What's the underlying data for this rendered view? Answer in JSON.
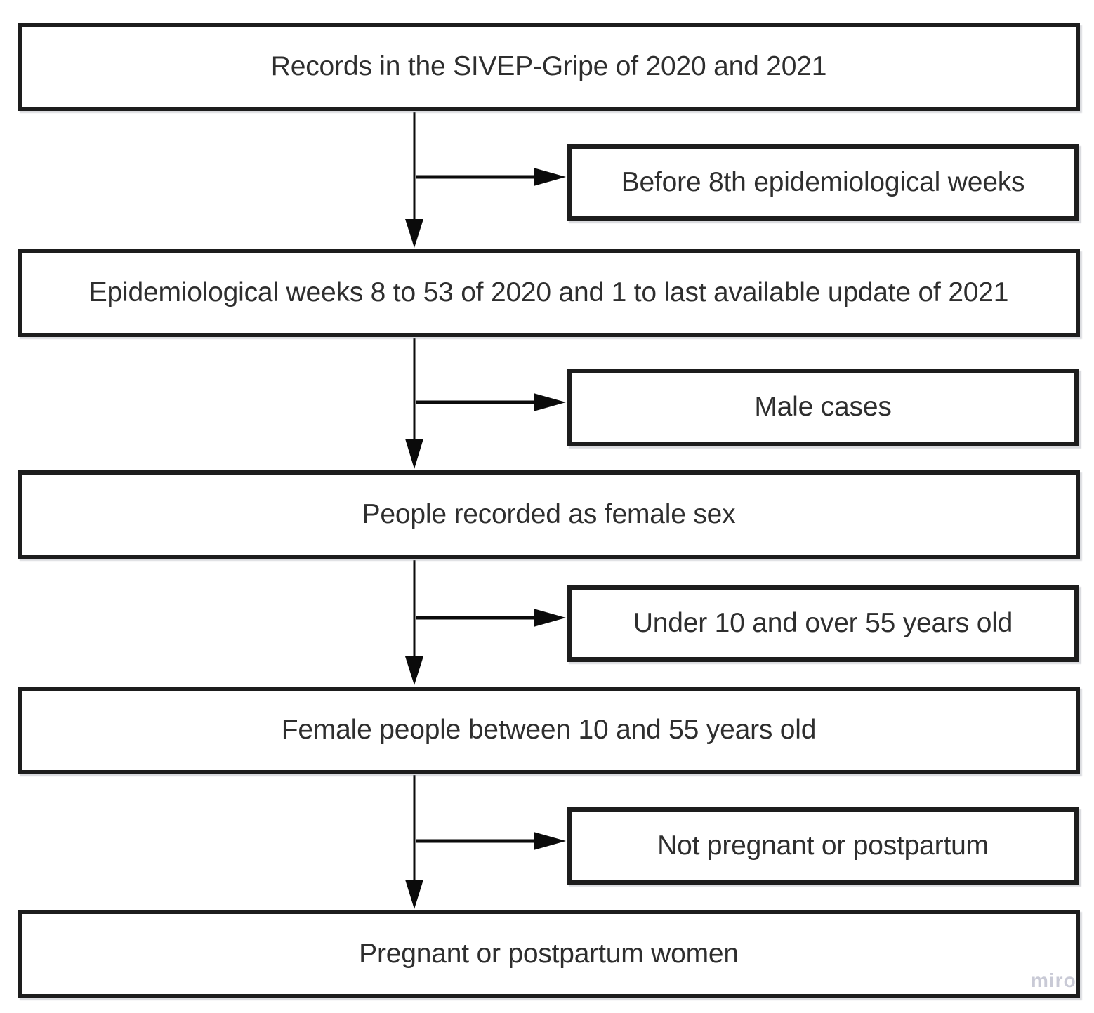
{
  "flowchart": {
    "main_boxes": [
      {
        "label": "Records in the SIVEP-Gripe of 2020 and 2021"
      },
      {
        "label": "Epidemiological weeks 8 to 53 of 2020 and 1 to last available update of 2021"
      },
      {
        "label": "People recorded as female sex"
      },
      {
        "label": "Female people between 10 and 55 years old"
      },
      {
        "label": "Pregnant or postpartum women"
      }
    ],
    "exclusion_boxes": [
      {
        "label": "Before 8th epidemiological weeks"
      },
      {
        "label": "Male cases"
      },
      {
        "label": "Under 10 and over 55 years old"
      },
      {
        "label": "Not pregnant or postpartum"
      }
    ],
    "watermark": "miro",
    "colors": {
      "box_border": "#1d1d1d",
      "text": "#2e2e2e",
      "arrow": "#0b0b0b",
      "background": "#ffffff",
      "watermark": "#c9cad6"
    }
  }
}
